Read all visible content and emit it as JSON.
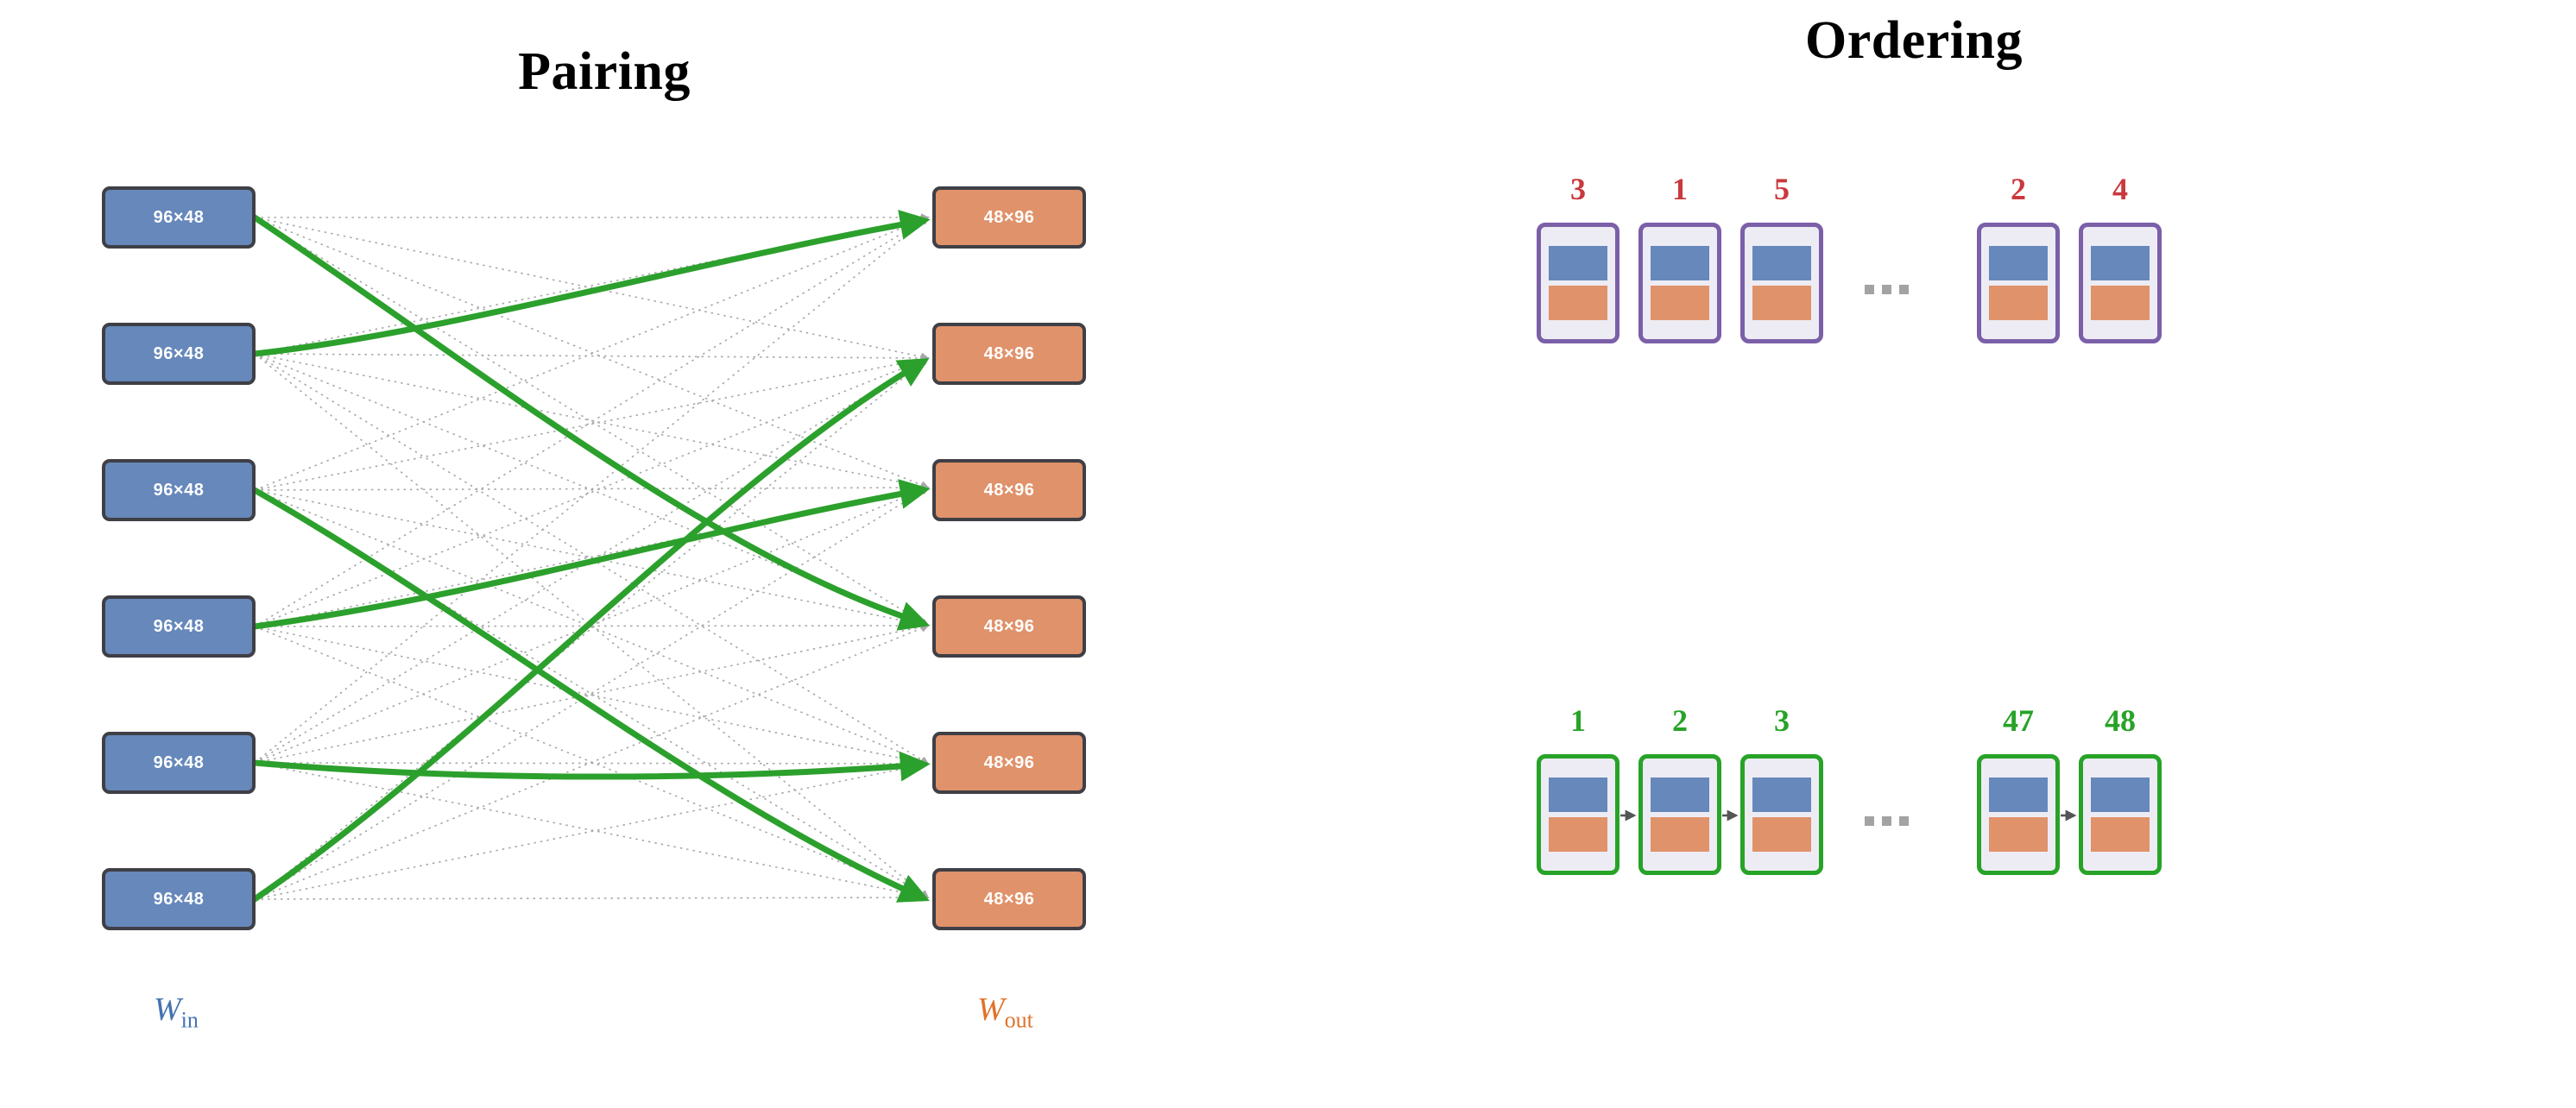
{
  "pairing": {
    "title": "Pairing",
    "left_label": {
      "base": "W",
      "sub": "in",
      "color": "#4573b0"
    },
    "right_label": {
      "base": "W",
      "sub": "out",
      "color": "#e0732a"
    },
    "left_nodes": [
      {
        "label": "96×48"
      },
      {
        "label": "96×48"
      },
      {
        "label": "96×48"
      },
      {
        "label": "96×48"
      },
      {
        "label": "96×48"
      },
      {
        "label": "96×48"
      }
    ],
    "right_nodes": [
      {
        "label": "48×96"
      },
      {
        "label": "48×96"
      },
      {
        "label": "48×96"
      },
      {
        "label": "48×96"
      },
      {
        "label": "48×96"
      },
      {
        "label": "48×96"
      }
    ],
    "matching": [
      {
        "from": 1,
        "to": 4
      },
      {
        "from": 2,
        "to": 1
      },
      {
        "from": 3,
        "to": 6
      },
      {
        "from": 4,
        "to": 3
      },
      {
        "from": 5,
        "to": 5
      },
      {
        "from": 6,
        "to": 2
      }
    ],
    "colors": {
      "node_in": "#6688bb",
      "node_out": "#e0926a",
      "node_border": "#3f3f46",
      "matched_edge": "#2ca02c",
      "candidate_edge": "#999999"
    }
  },
  "ordering": {
    "title": "Ordering",
    "ellipsis": "…",
    "top_row": {
      "border_color": "#7b5fa8",
      "number_color": "#c9393e",
      "cards": [
        {
          "number": "3"
        },
        {
          "number": "1"
        },
        {
          "number": "5"
        },
        {
          "number": "2"
        },
        {
          "number": "4"
        }
      ]
    },
    "bottom_row": {
      "border_color": "#27a327",
      "number_color": "#27a327",
      "arrow_color": "#555555",
      "cards": [
        {
          "number": "1"
        },
        {
          "number": "2"
        },
        {
          "number": "3"
        },
        {
          "number": "47"
        },
        {
          "number": "48"
        }
      ]
    },
    "transform_arrow": {
      "direction": "down",
      "color": "#2ca02c"
    },
    "card_colors": {
      "fill": "#edecf4",
      "blue_bar": "#6688bb",
      "orange_bar": "#e0926a"
    }
  }
}
